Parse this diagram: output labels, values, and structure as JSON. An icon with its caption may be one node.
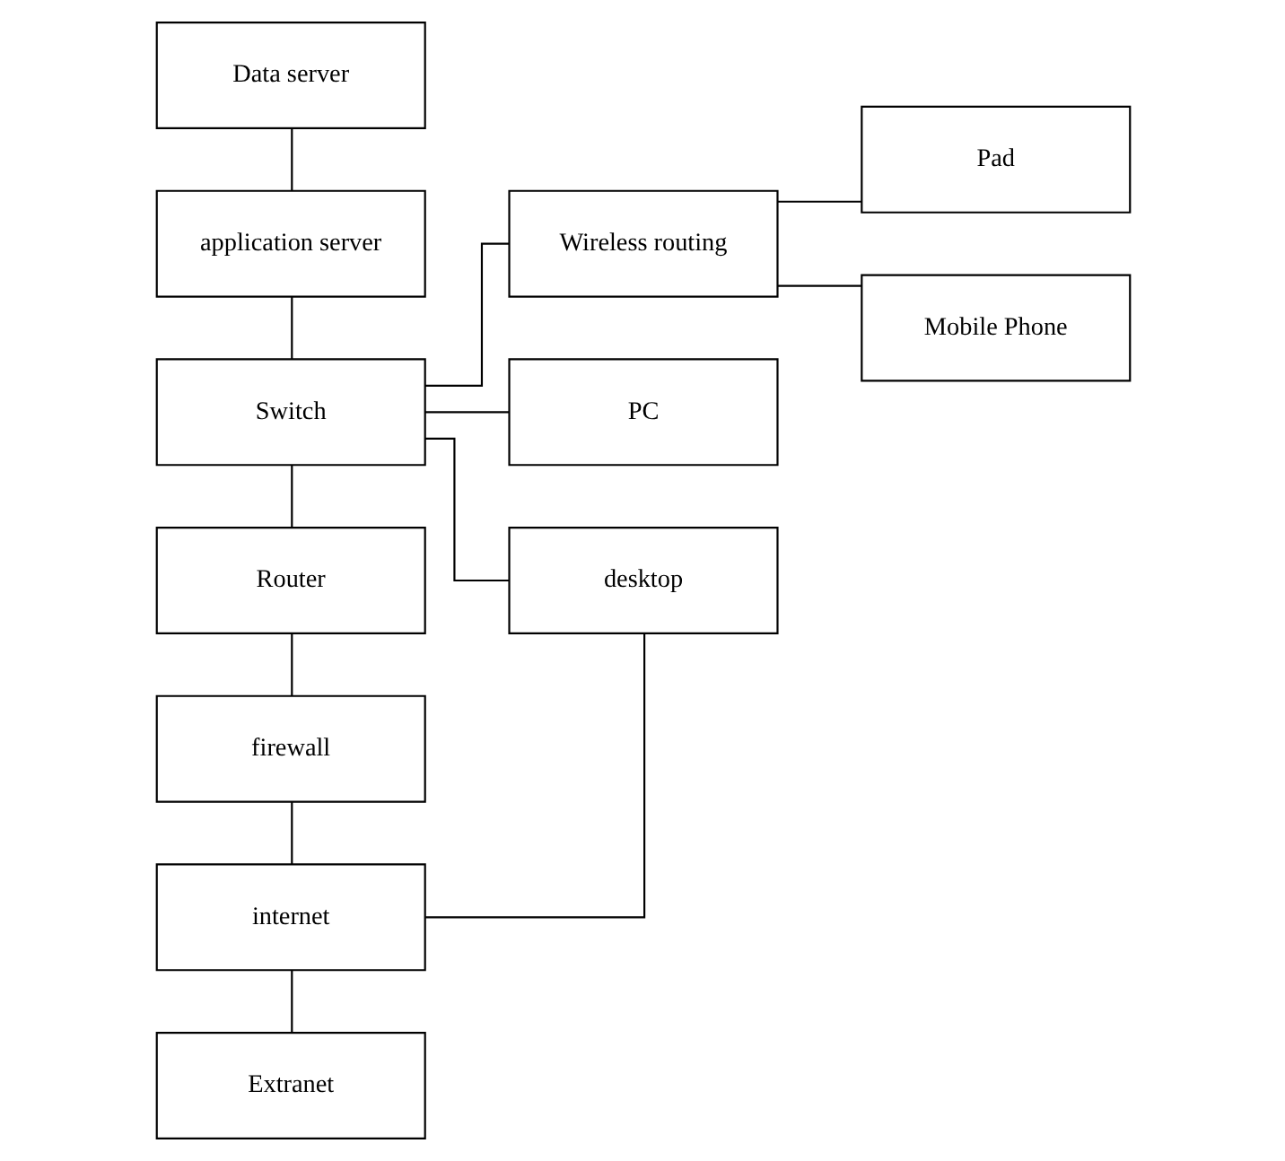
{
  "diagram": {
    "nodes": [
      {
        "text": [
          "Data server"
        ]
      },
      {
        "text": [
          "application server"
        ]
      },
      {
        "text": [
          "Switch"
        ]
      },
      {
        "text": [
          "Router"
        ]
      },
      {
        "text": [
          "firewall"
        ]
      },
      {
        "text": [
          "internet"
        ]
      },
      {
        "text": [
          "Extranet"
        ]
      },
      {
        "text": [
          "Wireless routing"
        ]
      },
      {
        "text": [
          "PC"
        ]
      },
      {
        "text": [
          "desktop"
        ]
      },
      {
        "text": [
          "Pad"
        ]
      },
      {
        "text": [
          "Mobile Phone"
        ]
      }
    ],
    "edges": [
      {
        "from": 0,
        "to": 1,
        "arrow": "none"
      },
      {
        "from": 1,
        "to": 2,
        "arrow": "none"
      },
      {
        "from": 2,
        "to": 3,
        "arrow": "none"
      },
      {
        "from": 3,
        "to": 4,
        "arrow": "none"
      },
      {
        "from": 4,
        "to": 5,
        "arrow": "none"
      },
      {
        "from": 5,
        "to": 6,
        "arrow": "none"
      },
      {
        "from": 2,
        "to": 7,
        "arrow": "none"
      },
      {
        "from": 2,
        "to": 8,
        "arrow": "none"
      },
      {
        "from": 2,
        "to": 9,
        "arrow": "none"
      },
      {
        "from": 7,
        "to": 10,
        "arrow": "none"
      },
      {
        "from": 7,
        "to": 11,
        "arrow": "none"
      },
      {
        "from": 9,
        "to": 5,
        "arrow": "none"
      }
    ]
  }
}
